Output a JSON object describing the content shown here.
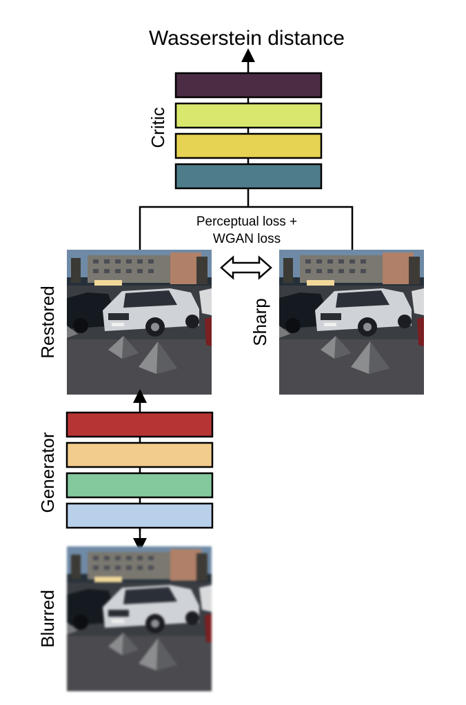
{
  "title": "Wasserstein distance",
  "critic": {
    "label": "Critic",
    "layer_colors": [
      "#4a2c45",
      "#d9e86d",
      "#e6d253",
      "#4f7c8a"
    ]
  },
  "generator": {
    "label": "Generator",
    "layer_colors": [
      "#b73434",
      "#f2cc8d",
      "#84c89d",
      "#b9d0ea"
    ]
  },
  "loss": {
    "line1": "Perceptual loss +",
    "line2": "WGAN loss"
  },
  "images": {
    "restored": "Restored",
    "sharp": "Sharp",
    "blurred": "Blurred"
  },
  "icons": {
    "compare": "double-arrow-icon"
  }
}
